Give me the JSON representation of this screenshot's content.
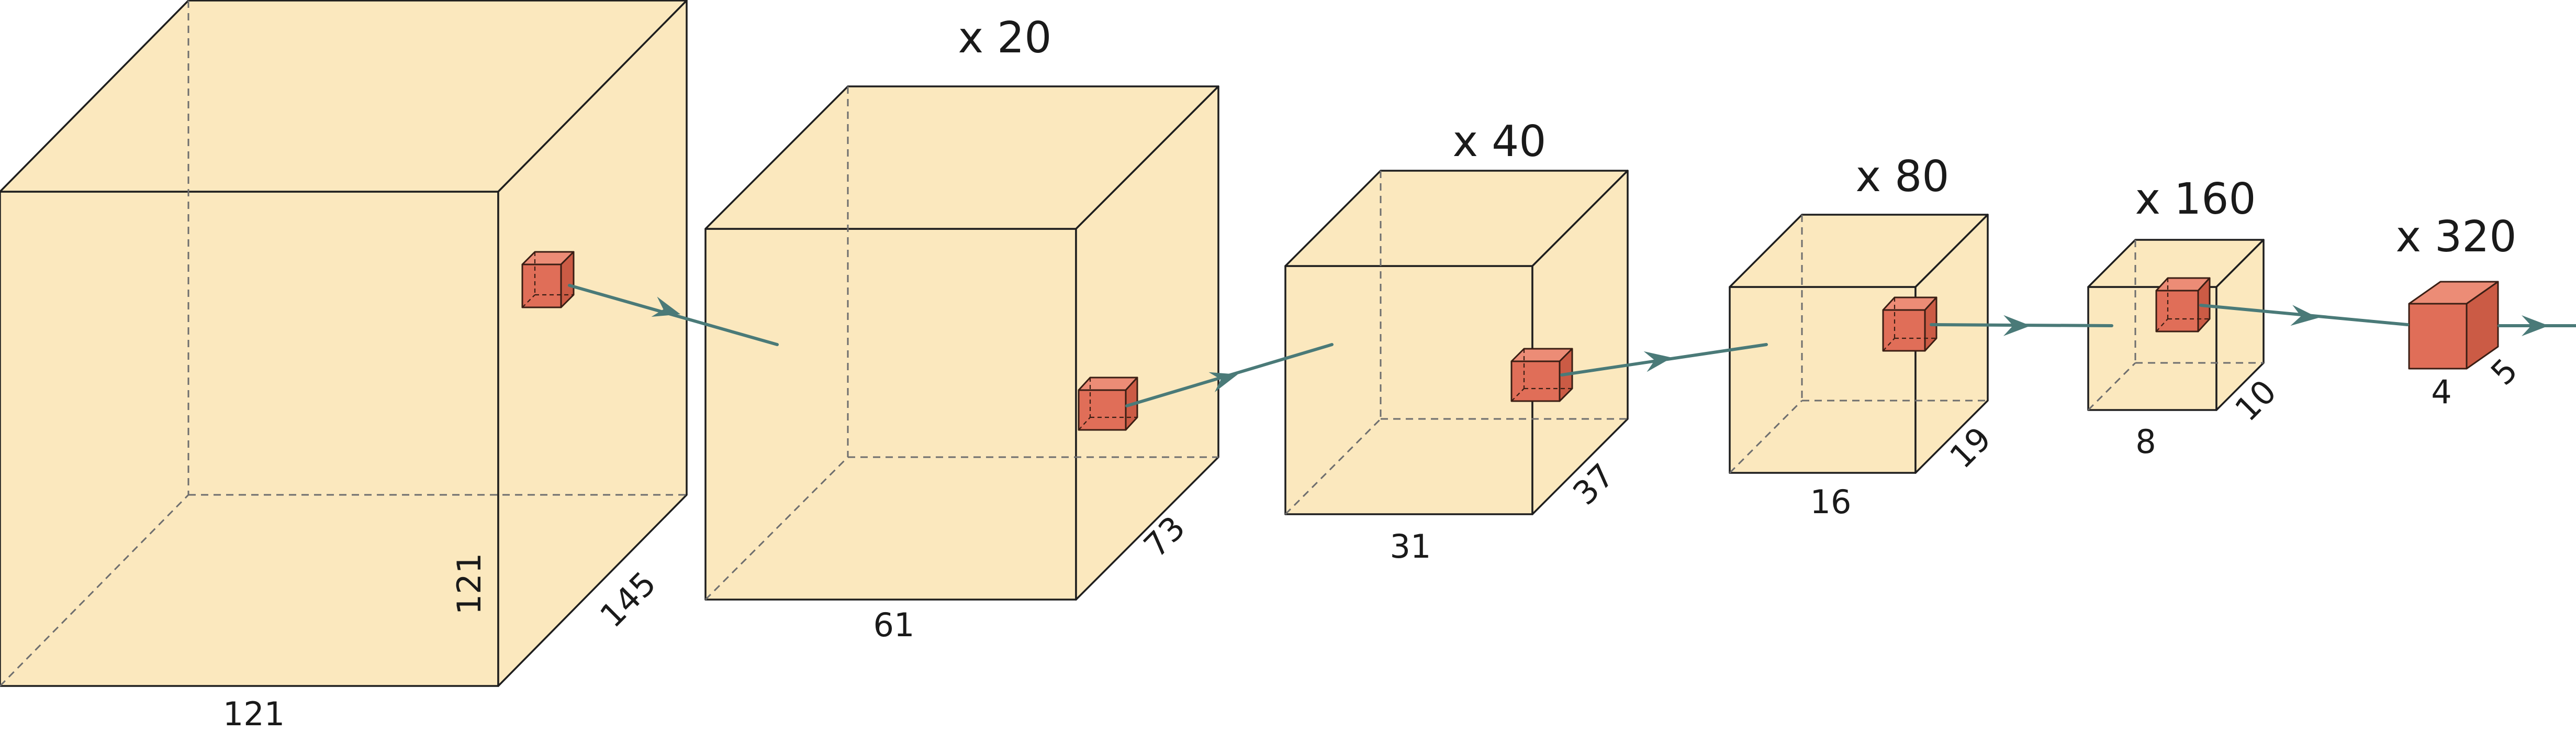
{
  "colors": {
    "volume": "#fbe8be",
    "kernel_front": "#e06e58",
    "kernel_top": "#ec8c76",
    "kernel_side": "#cb5b45",
    "arrow": "#4a7a78"
  },
  "layers": [
    {
      "width_label": "121",
      "height_label": "121",
      "depth_label": "145",
      "multiplier": ""
    },
    {
      "width_label": "61",
      "height_label": "",
      "depth_label": "73",
      "multiplier": "x 20"
    },
    {
      "width_label": "31",
      "height_label": "",
      "depth_label": "37",
      "multiplier": "x 40"
    },
    {
      "width_label": "16",
      "height_label": "",
      "depth_label": "19",
      "multiplier": "x 80"
    },
    {
      "width_label": "8",
      "height_label": "",
      "depth_label": "10",
      "multiplier": "x 160"
    },
    {
      "width_label": "4",
      "height_label": "",
      "depth_label": "5",
      "multiplier": "x 320"
    }
  ]
}
